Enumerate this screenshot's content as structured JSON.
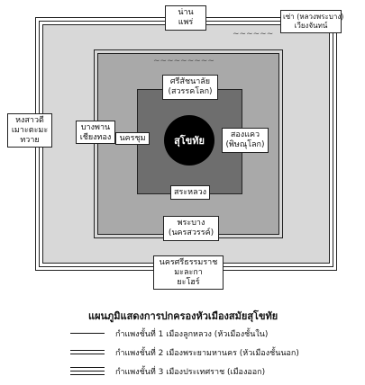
{
  "center": {
    "label": "สุโขทัย"
  },
  "labels": {
    "top_outer": [
      "น่าน",
      "แพร่"
    ],
    "top_right": [
      "เซ่า (หลวงพระบาง)",
      "เวียงจันทน์"
    ],
    "left_outer": [
      "หงสาวดี",
      "เมาะตะมะ",
      "ทวาย"
    ],
    "left_middle": [
      "บางพาน",
      "เชียงทอง"
    ],
    "left_inner": [
      "นครชุม"
    ],
    "top_inner": [
      "ศรีสัชนาลัย",
      "(สวรรคโลก)"
    ],
    "right_inner": [
      "สองแคว",
      "(พิษณุโลก)"
    ],
    "bottom_inner": [
      "สระหลวง"
    ],
    "bottom_middle": [
      "พระบาง",
      "(นครสวรรค์)"
    ],
    "bottom_outer": [
      "นครศรีธรรมราช",
      "มะละกา",
      "ยะโฮร์"
    ]
  },
  "title": "แผนภูมิแสดงการปกครองหัวเมืองสมัยสุโขทัย",
  "legend": [
    {
      "lines": 1,
      "text": "กำแพงชั้นที่  1  เมืองลูกหลวง  (หัวเมืองชั้นใน)"
    },
    {
      "lines": 2,
      "text": "กำแพงชั้นที่  2  เมืองพระยามหานคร  (หัวเมืองชั้นนอก)"
    },
    {
      "lines": 3,
      "text": "กำแพงชั้นที่  3  เมืองประเทศราช  (เมืองออก)"
    }
  ],
  "colors": {
    "outer_ring": "#d8d8d8",
    "middle_ring": "#a9a9a9",
    "inner_square": "#6e6e6e",
    "center": "#000000"
  }
}
